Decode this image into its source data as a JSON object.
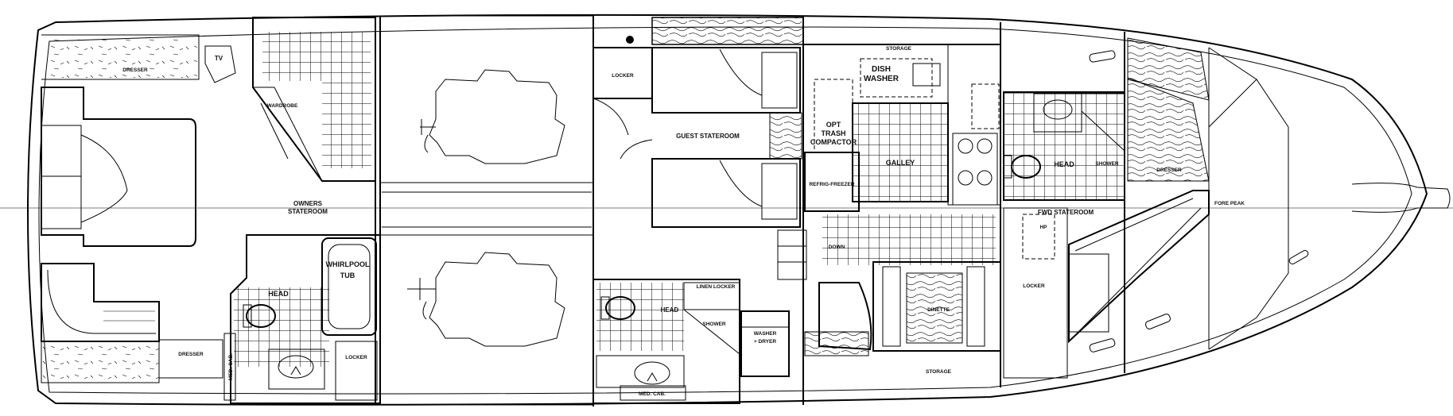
{
  "labels": {
    "dresser_aft": "DRESSER",
    "tv": "TV",
    "wardrobe": "WARDROBE",
    "owners": "OWNERS",
    "stateroom_owners": "STATEROOM",
    "whirlpool": "WHIRLPOOL",
    "tub": "TUB",
    "head_owners": "HEAD",
    "dresser_lower": "DRESSER",
    "med_cab_owners": "MED. CAB.",
    "locker_owners": "LOCKER",
    "locker_guest": "LOCKER",
    "guest_stateroom": "GUEST STATEROOM",
    "linen_locker": "LINEN LOCKER",
    "head_guest": "HEAD",
    "shower_guest": "SHOWER",
    "med_cab_guest": "MED. CAB.",
    "washer": "WASHER",
    "dryer": "+ DRYER",
    "storage_top": "STORAGE",
    "dish": "DISH",
    "washer_dish": "WASHER",
    "opt": "OPT",
    "trash": "TRASH",
    "compactor": "COMPACTOR",
    "refrig": "REFRIG-FREEZER",
    "galley": "GALLEY",
    "down": "DOWN",
    "dinette": "DINETTE",
    "storage_bottom": "STORAGE",
    "head_fwd": "HEAD",
    "shower_fwd": "SHOWER",
    "fwd_stateroom": "FWD STATEROOM",
    "hp": "HP",
    "locker_fwd": "LOCKER",
    "dresser_fwd": "DRESSER",
    "forepeak": "FORE PEAK"
  }
}
